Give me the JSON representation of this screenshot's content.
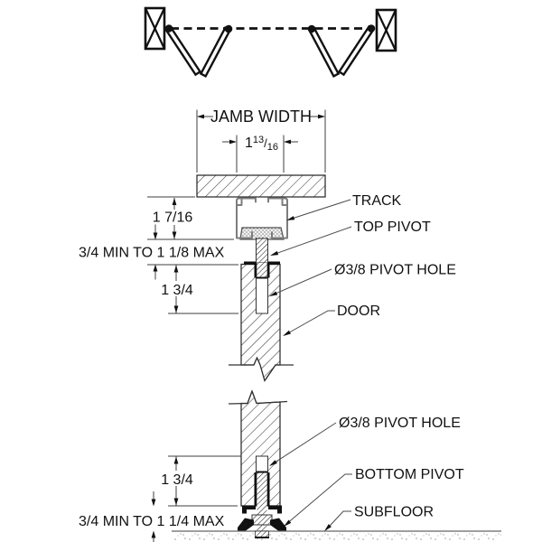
{
  "dimensions": {
    "jamb_width": "JAMB WIDTH",
    "track_width": {
      "whole": "1",
      "numerator": "13",
      "slash": "/",
      "denominator": "16"
    },
    "track_height": "1 7/16",
    "top_pivot_clearance": "3/4 MIN TO 1 1/8 MAX",
    "top_pivot_hole_depth": "1 3/4",
    "bottom_pivot_hole_depth": "1 3/4",
    "bottom_pivot_clearance": "3/4 MIN TO 1 1/4 MAX"
  },
  "labels": {
    "track": "TRACK",
    "top_pivot": "TOP PIVOT",
    "top_pivot_hole": "Ø3/8 PIVOT HOLE",
    "door": "DOOR",
    "bottom_pivot_hole": "Ø3/8 PIVOT HOLE",
    "bottom_pivot": "BOTTOM PIVOT",
    "subfloor": "SUBFLOOR"
  },
  "colors": {
    "line": "#1a1a1a",
    "dimension": "#3f3f3f",
    "track_outline": "#7d7d7d",
    "stipple": "#999999"
  }
}
